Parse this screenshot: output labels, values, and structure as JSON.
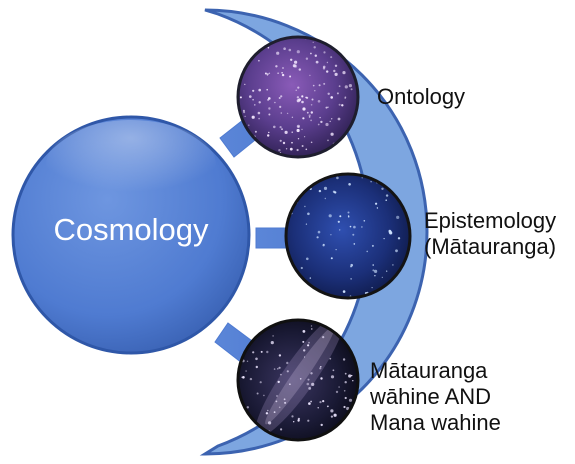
{
  "colors": {
    "accent": "#4F7BD1",
    "arc_fill": "#7DA6E0",
    "arc_stroke": "#3C63B0",
    "text": "#111111",
    "center_text": "#FFFFFF"
  },
  "center": {
    "label": "Cosmology"
  },
  "items": [
    {
      "label_lines": [
        "Ontology"
      ],
      "image": "purple-starfield"
    },
    {
      "label_lines": [
        "Epistemology",
        "(Mātauranga)"
      ],
      "image": "blue-starfield"
    },
    {
      "label_lines": [
        "Mātauranga",
        "wāhine AND",
        "Mana wahine"
      ],
      "image": "milky-way"
    }
  ]
}
